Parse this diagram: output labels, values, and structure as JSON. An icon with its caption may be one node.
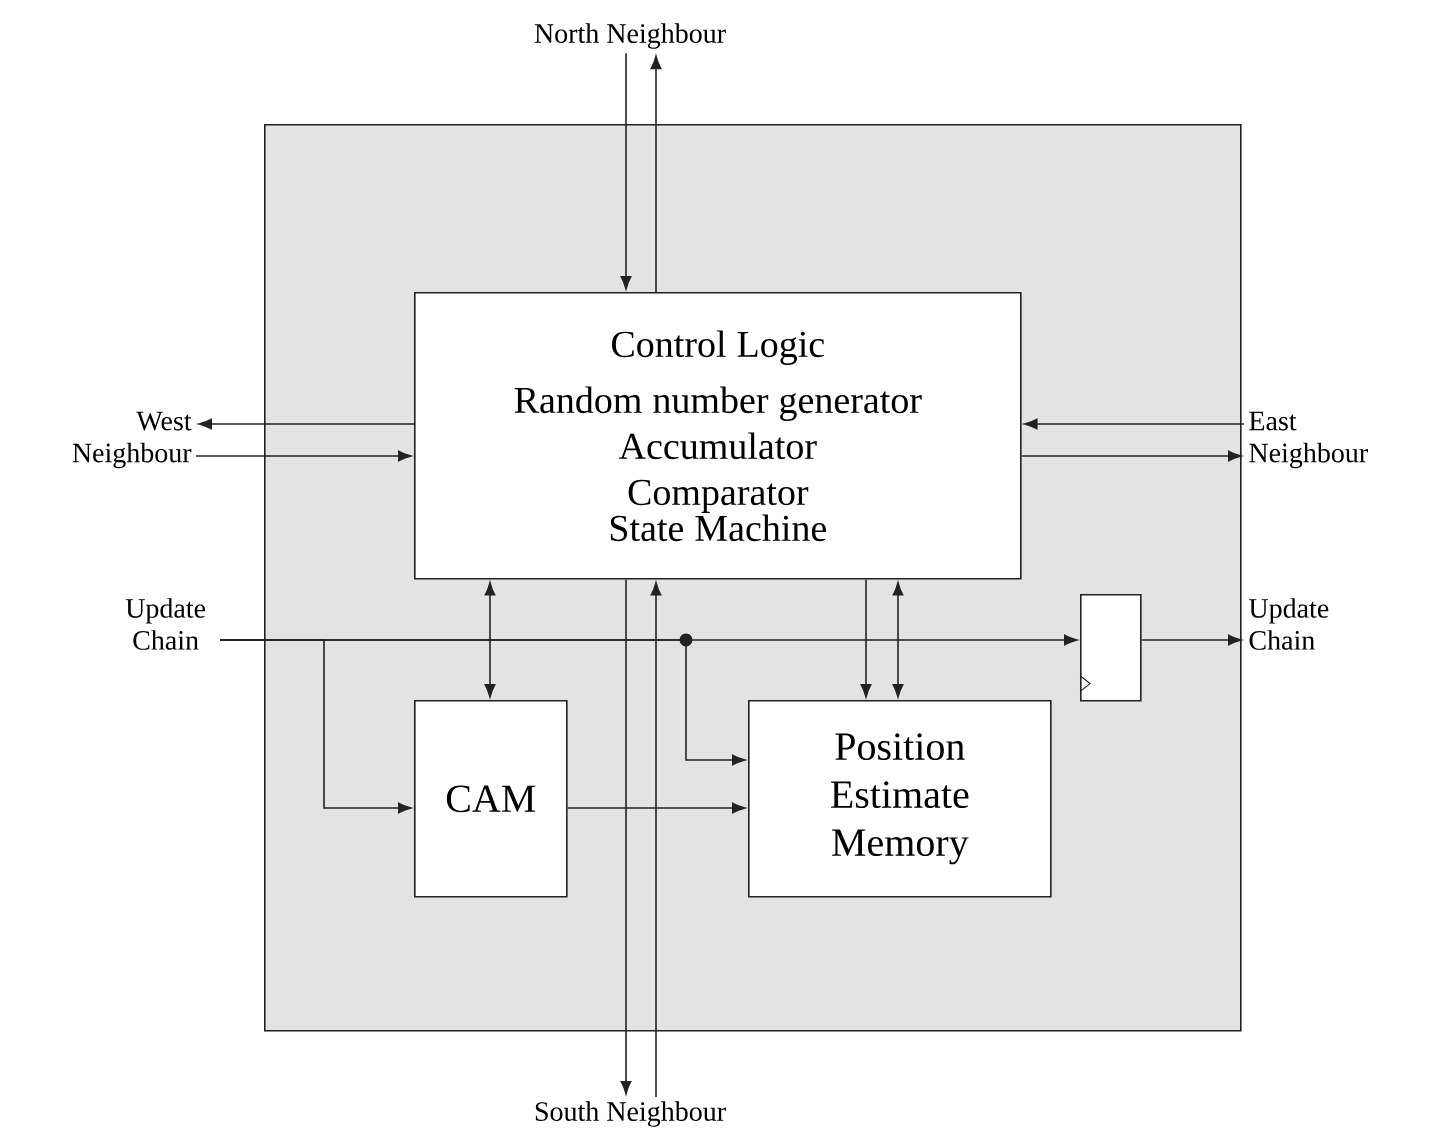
{
  "diagram": {
    "nodes": [
      {
        "text": [],
        "shape": "box"
      },
      {
        "text": [
          "Control Logic",
          "Random number generator",
          "Accumulator",
          "Comparator",
          "State Machine"
        ],
        "in": 0
      },
      {
        "text": [
          "CAM"
        ],
        "in": 0
      },
      {
        "text": [
          "Position Estimate Memory"
        ],
        "in": 0
      },
      {
        "text": [],
        "shape": "box",
        "in": 0
      },
      {
        "text": [
          "North Neighbour"
        ]
      },
      {
        "text": [
          "South Neighbour"
        ]
      },
      {
        "text": [
          "West Neighbour"
        ]
      },
      {
        "text": [
          "East Neighbour"
        ]
      },
      {
        "text": [
          "Update Chain"
        ]
      },
      {
        "text": [
          "Update Chain"
        ]
      }
    ],
    "edges": [
      {
        "from": 5,
        "to": 1,
        "arrow": "to"
      },
      {
        "from": 1,
        "to": 5,
        "arrow": "to"
      },
      {
        "from": 1,
        "to": 7,
        "arrow": "to"
      },
      {
        "from": 7,
        "to": 1,
        "arrow": "to"
      },
      {
        "from": 8,
        "to": 1,
        "arrow": "to"
      },
      {
        "from": 1,
        "to": 8,
        "arrow": "to"
      },
      {
        "from": 1,
        "to": 6,
        "arrow": "to"
      },
      {
        "from": 6,
        "to": 1,
        "arrow": "to"
      },
      {
        "from": 1,
        "to": 2,
        "arrow": "both"
      },
      {
        "from": 1,
        "to": 3,
        "arrow": "to"
      },
      {
        "from": 1,
        "to": 3,
        "arrow": "both"
      },
      {
        "from": 9,
        "to": 4,
        "arrow": "to"
      },
      {
        "from": 9,
        "to": 2,
        "arrow": "to"
      },
      {
        "from": 9,
        "to": 3,
        "arrow": "to"
      },
      {
        "from": 2,
        "to": 3,
        "arrow": "to"
      },
      {
        "from": 4,
        "to": 10,
        "arrow": "to"
      }
    ]
  }
}
